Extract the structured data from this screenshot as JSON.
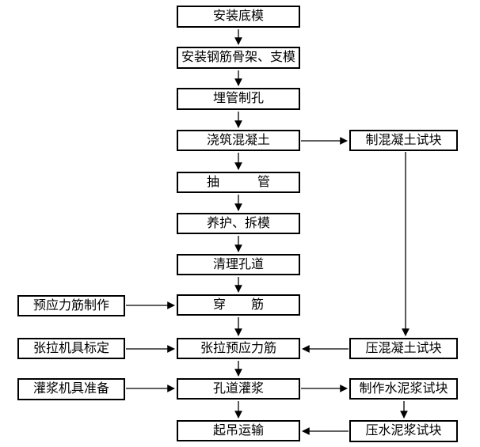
{
  "diagram": {
    "type": "flowchart",
    "language": "zh-CN",
    "colors": {
      "background": "#ffffff",
      "box_border": "#000000",
      "text": "#000000",
      "arrow": "#000000"
    },
    "center": [
      "安装底模",
      "安装钢筋骨架、支模",
      "埋管制孔",
      "浇筑混凝土",
      "抽　　　管",
      "养护、拆模",
      "清理孔道",
      "穿　　筋",
      "张拉预应力筋",
      "孔道灌浆",
      "起吊运输"
    ],
    "left": [
      "预应力筋制作",
      "张拉机具标定",
      "灌浆机具准备"
    ],
    "right": [
      "制混凝土试块",
      "压混凝土试块",
      "制作水泥浆试块",
      "压水泥浆试块"
    ],
    "edges": [
      {
        "from": "安装底模",
        "to": "安装钢筋骨架、支模"
      },
      {
        "from": "安装钢筋骨架、支模",
        "to": "埋管制孔"
      },
      {
        "from": "埋管制孔",
        "to": "浇筑混凝土"
      },
      {
        "from": "浇筑混凝土",
        "to": "抽管"
      },
      {
        "from": "浇筑混凝土",
        "to": "制混凝土试块"
      },
      {
        "from": "抽管",
        "to": "养护、拆模"
      },
      {
        "from": "养护、拆模",
        "to": "清理孔道"
      },
      {
        "from": "清理孔道",
        "to": "穿筋"
      },
      {
        "from": "预应力筋制作",
        "to": "穿筋"
      },
      {
        "from": "穿筋",
        "to": "张拉预应力筋"
      },
      {
        "from": "张拉机具标定",
        "to": "张拉预应力筋"
      },
      {
        "from": "制混凝土试块",
        "to": "压混凝土试块"
      },
      {
        "from": "压混凝土试块",
        "to": "张拉预应力筋"
      },
      {
        "from": "张拉预应力筋",
        "to": "孔道灌浆"
      },
      {
        "from": "灌浆机具准备",
        "to": "孔道灌浆"
      },
      {
        "from": "孔道灌浆",
        "to": "制作水泥浆试块"
      },
      {
        "from": "孔道灌浆",
        "to": "起吊运输"
      },
      {
        "from": "制作水泥浆试块",
        "to": "压水泥浆试块"
      },
      {
        "from": "压水泥浆试块",
        "to": "起吊运输"
      }
    ]
  }
}
